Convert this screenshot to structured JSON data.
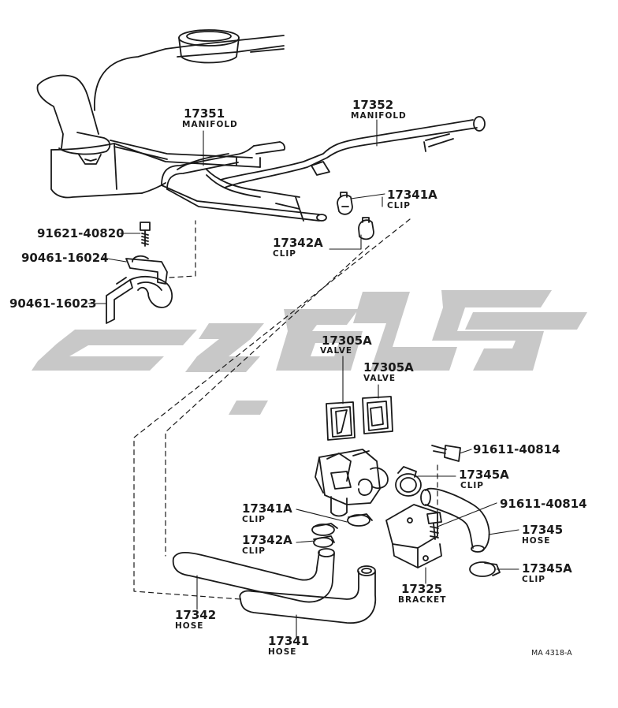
{
  "labels": {
    "p17351": {
      "number": "17351",
      "name": "MANIFOLD"
    },
    "p17352": {
      "number": "17352",
      "name": "MANIFOLD"
    },
    "p17341A_top": {
      "number": "17341A",
      "name": "CLIP"
    },
    "p17342A_top": {
      "number": "17342A",
      "name": "CLIP"
    },
    "p91621": {
      "number": "91621-40820"
    },
    "p90461_16024": {
      "number": "90461-16024"
    },
    "p90461_16023": {
      "number": "90461-16023"
    },
    "p17305A_left": {
      "number": "17305A",
      "name": "VALVE"
    },
    "p17305A_right": {
      "number": "17305A",
      "name": "VALVE"
    },
    "p91611_a": {
      "number": "91611-40814"
    },
    "p17345A_top": {
      "number": "17345A",
      "name": "CLIP"
    },
    "p91611_b": {
      "number": "91611-40814"
    },
    "p17341A_mid": {
      "number": "17341A",
      "name": "CLIP"
    },
    "p17345": {
      "number": "17345",
      "name": "HOSE"
    },
    "p17342A_mid": {
      "number": "17342A",
      "name": "CLIP"
    },
    "p17345A_bottom": {
      "number": "17345A",
      "name": "CLIP"
    },
    "p17325": {
      "number": "17325",
      "name": "BRACKET"
    },
    "p17342": {
      "number": "17342",
      "name": "HOSE"
    },
    "p17341": {
      "number": "17341",
      "name": "HOSE"
    }
  },
  "reference": "MA 4318-A",
  "colors": {
    "ink": "#1a1a1a",
    "watermark": "#c8c8c8"
  }
}
